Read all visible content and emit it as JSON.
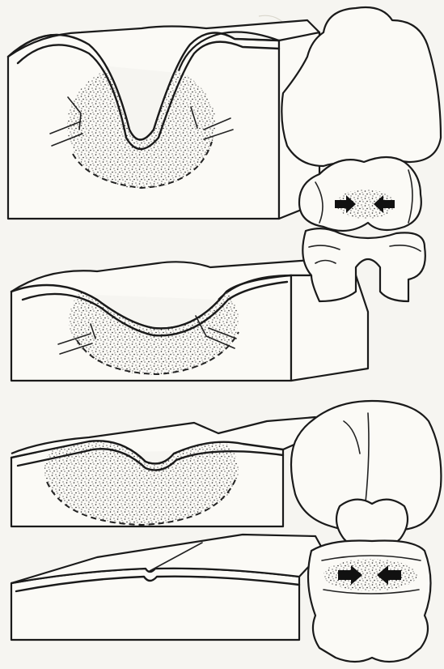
{
  "figure": {
    "panels": [
      {
        "name": "panel-1",
        "stage": 1,
        "groove_depth": "deep"
      },
      {
        "name": "panel-2",
        "stage": 2,
        "groove_depth": "medium"
      },
      {
        "name": "panel-3",
        "stage": 3,
        "groove_depth": "shallow"
      },
      {
        "name": "panel-4",
        "stage": 4,
        "groove_depth": "closed"
      }
    ],
    "brain_views": [
      {
        "name": "brain-upper",
        "arrows": 2
      },
      {
        "name": "brain-lower",
        "arrows": 2
      }
    ],
    "colors": {
      "ink": "#1a1a1a",
      "paper": "#f6f5f1",
      "stipple": "#2a2a2a"
    }
  }
}
